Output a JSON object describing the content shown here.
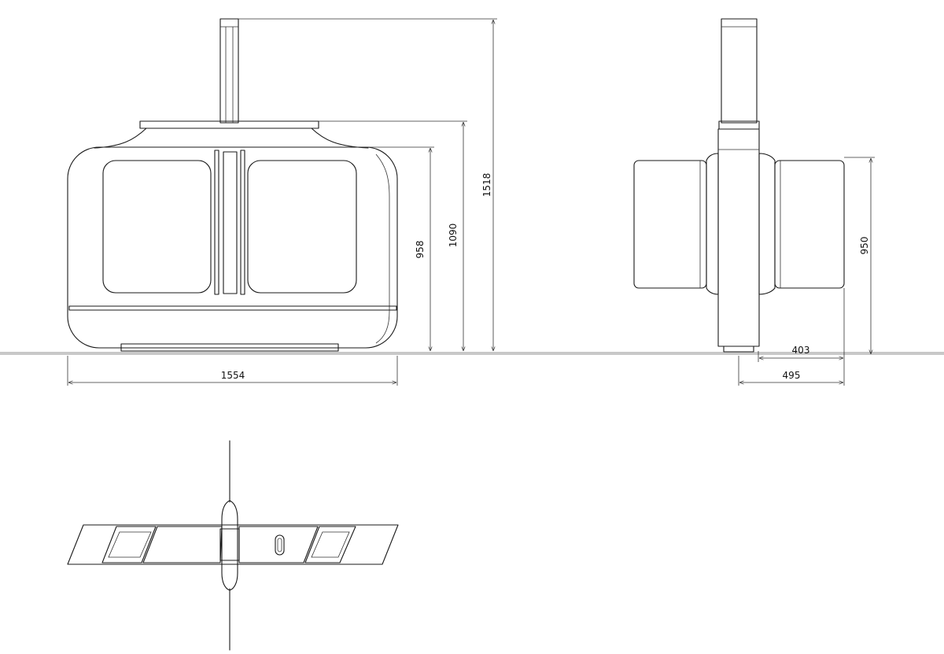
{
  "dimensions": {
    "front_width": "1554",
    "front_body_height": "958",
    "front_roof_height": "1090",
    "front_total_height": "1518",
    "side_height": "950",
    "side_depth_inner": "403",
    "side_depth_total": "495"
  },
  "colors": {
    "line": "#1a1a1a",
    "ground": "#c8c8c8",
    "background": "#ffffff"
  }
}
